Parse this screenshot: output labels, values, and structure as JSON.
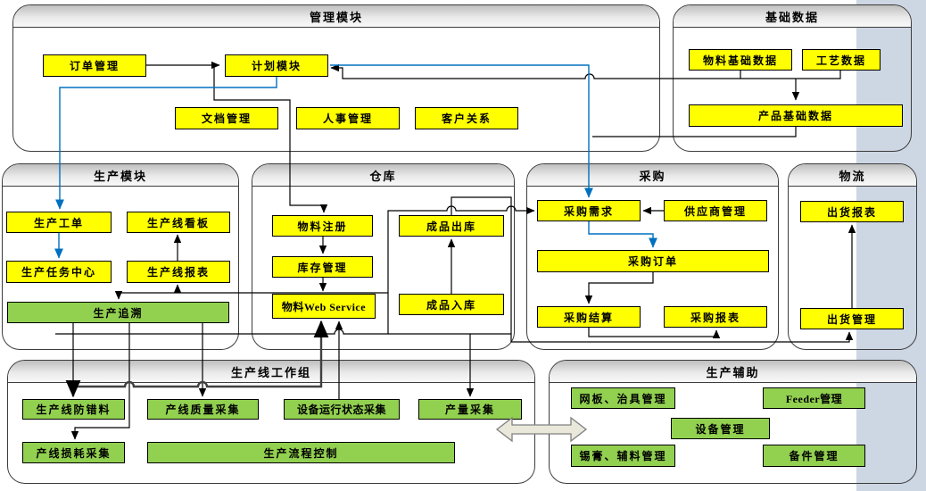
{
  "diagram": {
    "modules": {
      "management": {
        "title": "管理模块",
        "boxes": {
          "order": "订单管理",
          "plan": "计划模块",
          "doc": "文档管理",
          "hr": "人事管理",
          "crm": "客户关系"
        }
      },
      "base_data": {
        "title": "基础数据",
        "boxes": {
          "material": "物料基础数据",
          "process": "工艺数据",
          "product": "产品基础数据"
        }
      },
      "production": {
        "title": "生产模块",
        "boxes": {
          "work_order": "生产工单",
          "kanban": "生产线看板",
          "task_center": "生产任务中心",
          "line_report": "生产线报表",
          "trace": "生产追溯"
        }
      },
      "warehouse": {
        "title": "仓库",
        "boxes": {
          "material_reg": "物料注册",
          "inventory": "库存管理",
          "material_ws": "物料Web Service",
          "fg_out": "成品出库",
          "fg_in": "成品入库"
        }
      },
      "purchase": {
        "title": "采购",
        "boxes": {
          "demand": "采购需求",
          "supplier": "供应商管理",
          "order": "采购订单",
          "settle": "采购结算",
          "report": "采购报表"
        }
      },
      "logistics": {
        "title": "物流",
        "boxes": {
          "ship_report": "出货报表",
          "ship_mgmt": "出货管理"
        }
      },
      "line_workgroup": {
        "title": "生产线工作组",
        "boxes": {
          "error_proof": "生产线防错料",
          "quality": "产线质量采集",
          "equip_status": "设备运行状态采集",
          "output": "产量采集",
          "loss": "产线损耗采集",
          "flow_ctrl": "生产流程控制"
        }
      },
      "production_aux": {
        "title": "生产辅助",
        "boxes": {
          "stencil": "网板、治具管理",
          "feeder": "Feeder管理",
          "equipment": "设备管理",
          "solder": "锡膏、辅料管理",
          "spare": "备件管理"
        }
      }
    },
    "colors": {
      "node_yellow": "#ffff00",
      "node_green": "#92d050",
      "arrow_black": "#000000",
      "arrow_blue": "#0070c0",
      "side_band": "#cdd6e3",
      "thick_arrow_fill": "#e9e8da"
    }
  }
}
